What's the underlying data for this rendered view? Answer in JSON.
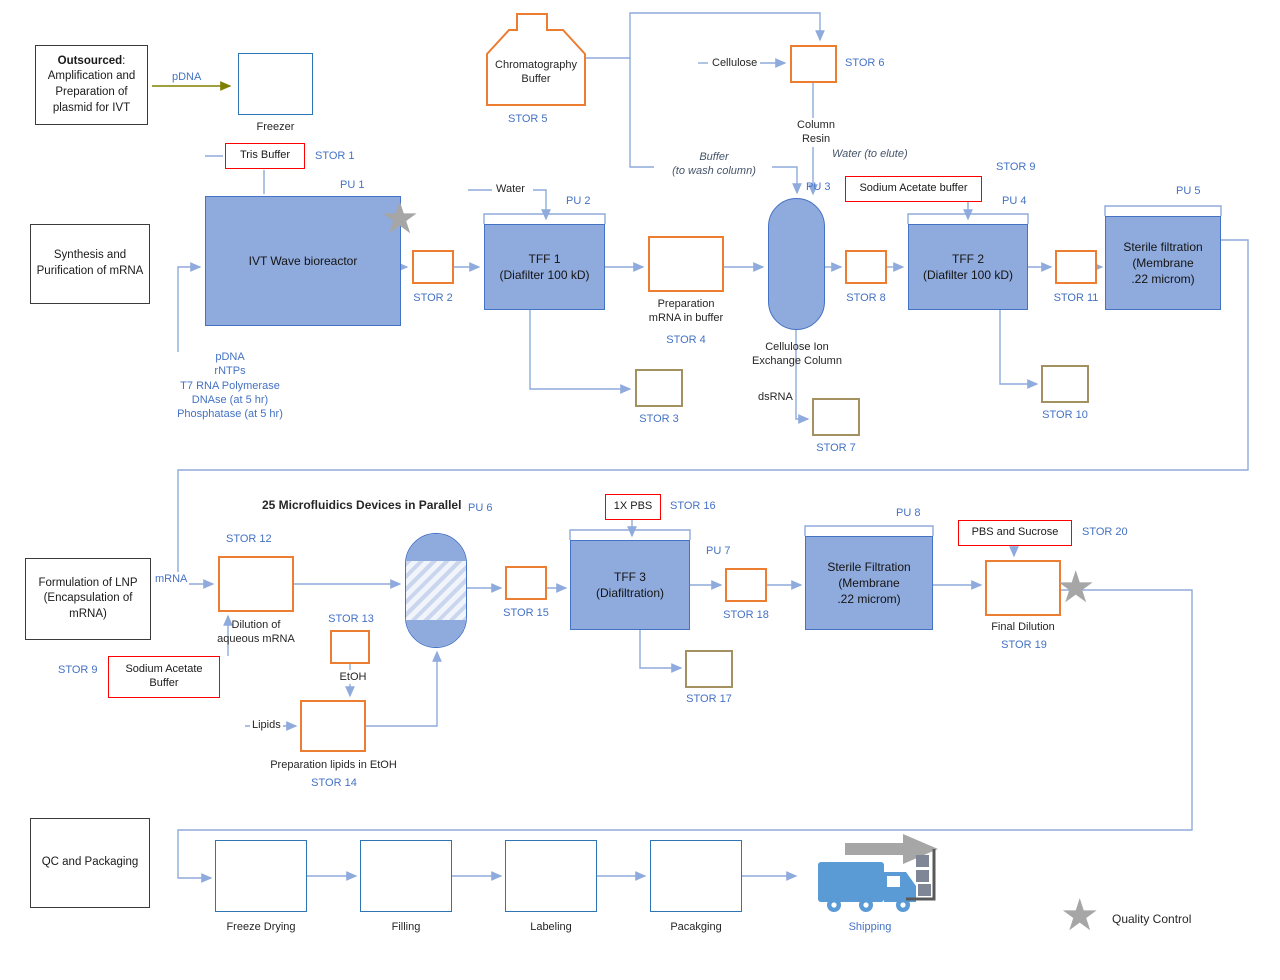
{
  "lanes": {
    "outsourced_bold": "Outsourced",
    "outsourced_rest": ": Amplification and Preparation of plasmid for IVT",
    "synthesis": "Synthesis and Purification of mRNA",
    "formulation": "Formulation of LNP (Encapsulation of mRNA)",
    "qc": "QC and Packaging"
  },
  "labels": {
    "pdna_arrow": "pDNA",
    "freezer": "Freezer",
    "tris_buffer": "Tris Buffer",
    "stor1": "STOR 1",
    "pu1": "PU 1",
    "ivt": "IVT Wave bioreactor",
    "ivt_inputs": "pDNA\nrNTPs\nT7 RNA Polymerase\nDNAse (at 5 hr)\nPhosphatase (at 5 hr)",
    "stor2": "STOR 2",
    "water": "Water",
    "pu2": "PU 2",
    "tff1": "TFF 1\n(Diafilter 100 kD)",
    "stor3": "STOR 3",
    "prep_mrna": "Preparation\nmRNA in buffer",
    "stor4": "STOR 4",
    "chrom_buffer": "Chromatography\nBuffer",
    "stor5": "STOR 5",
    "cellulose": "Cellulose",
    "stor6": "STOR 6",
    "column_resin": "Column\nResin",
    "buffer_wash": "Buffer\n(to wash column)",
    "water_elute": "Water (to elute)",
    "pu3": "PU 3",
    "ion_column": "Cellulose Ion\nExchange Column",
    "dsrna": "dsRNA",
    "stor7": "STOR 7",
    "stor8": "STOR 8",
    "sodium_acetate": "Sodium Acetate buffer",
    "stor9": "STOR 9",
    "pu4": "PU 4",
    "tff2": "TFF 2\n(Diafilter 100 kD)",
    "stor10": "STOR 10",
    "stor11": "STOR 11",
    "pu5": "PU 5",
    "sterile1": "Sterile filtration\n(Membrane\n.22 microm)",
    "microfluidics": "25 Microfluidics Devices in Parallel",
    "pu6": "PU 6",
    "stor12": "STOR 12",
    "mrna": "mRNA",
    "dilution": "Dilution of\naqueous mRNA",
    "stor9b": "STOR 9",
    "sodium_acetate2": "Sodium Acetate\nBuffer",
    "stor13": "STOR 13",
    "etoh": "EtOH",
    "lipids": "Lipids",
    "prep_lipids": "Preparation lipids in EtOH",
    "stor14": "STOR 14",
    "stor15": "STOR 15",
    "pbs": "1X PBS",
    "stor16": "STOR 16",
    "pu7": "PU 7",
    "tff3": "TFF 3\n(Diafiltration)",
    "stor17": "STOR 17",
    "stor18": "STOR 18",
    "pu8": "PU 8",
    "sterile2": "Sterile Filtration\n(Membrane\n.22 microm)",
    "pbs_sucrose": "PBS and Sucrose",
    "stor20": "STOR 20",
    "final_dilution": "Final Dilution",
    "stor19": "STOR 19",
    "freeze_drying": "Freeze Drying",
    "filling": "Filling",
    "labeling": "Labeling",
    "packaging": "Pacakging",
    "shipping": "Shipping",
    "quality_control": "Quality Control"
  },
  "colors": {
    "process_fill": "#8faadc",
    "process_border": "#4472c4",
    "connector": "#8faadc",
    "orange_border": "#ed7d31",
    "red_border": "#ff0000",
    "tan_border": "#a39161",
    "label_blue": "#4472c4",
    "pdna_arrow": "#808000",
    "gray": "#a6a6a6",
    "truck_blue": "#5b9bd5",
    "lane_border": "#3b3b3b"
  }
}
